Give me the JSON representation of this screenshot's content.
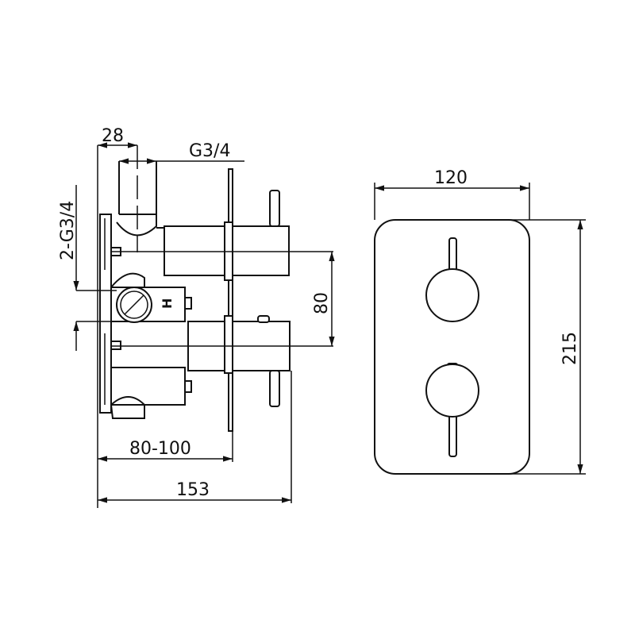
{
  "side_view": {
    "dims": {
      "pipe_offset": "28",
      "inlet_thread": "G3/4",
      "outlet_threads": "2-G3/4",
      "handle_spacing": "80",
      "wall_depth": "80-100",
      "total_depth": "153"
    },
    "hot_marker": "H"
  },
  "front_view": {
    "dims": {
      "width": "120",
      "height": "215"
    }
  },
  "colors": {
    "line": "#111111",
    "background": "#ffffff"
  }
}
